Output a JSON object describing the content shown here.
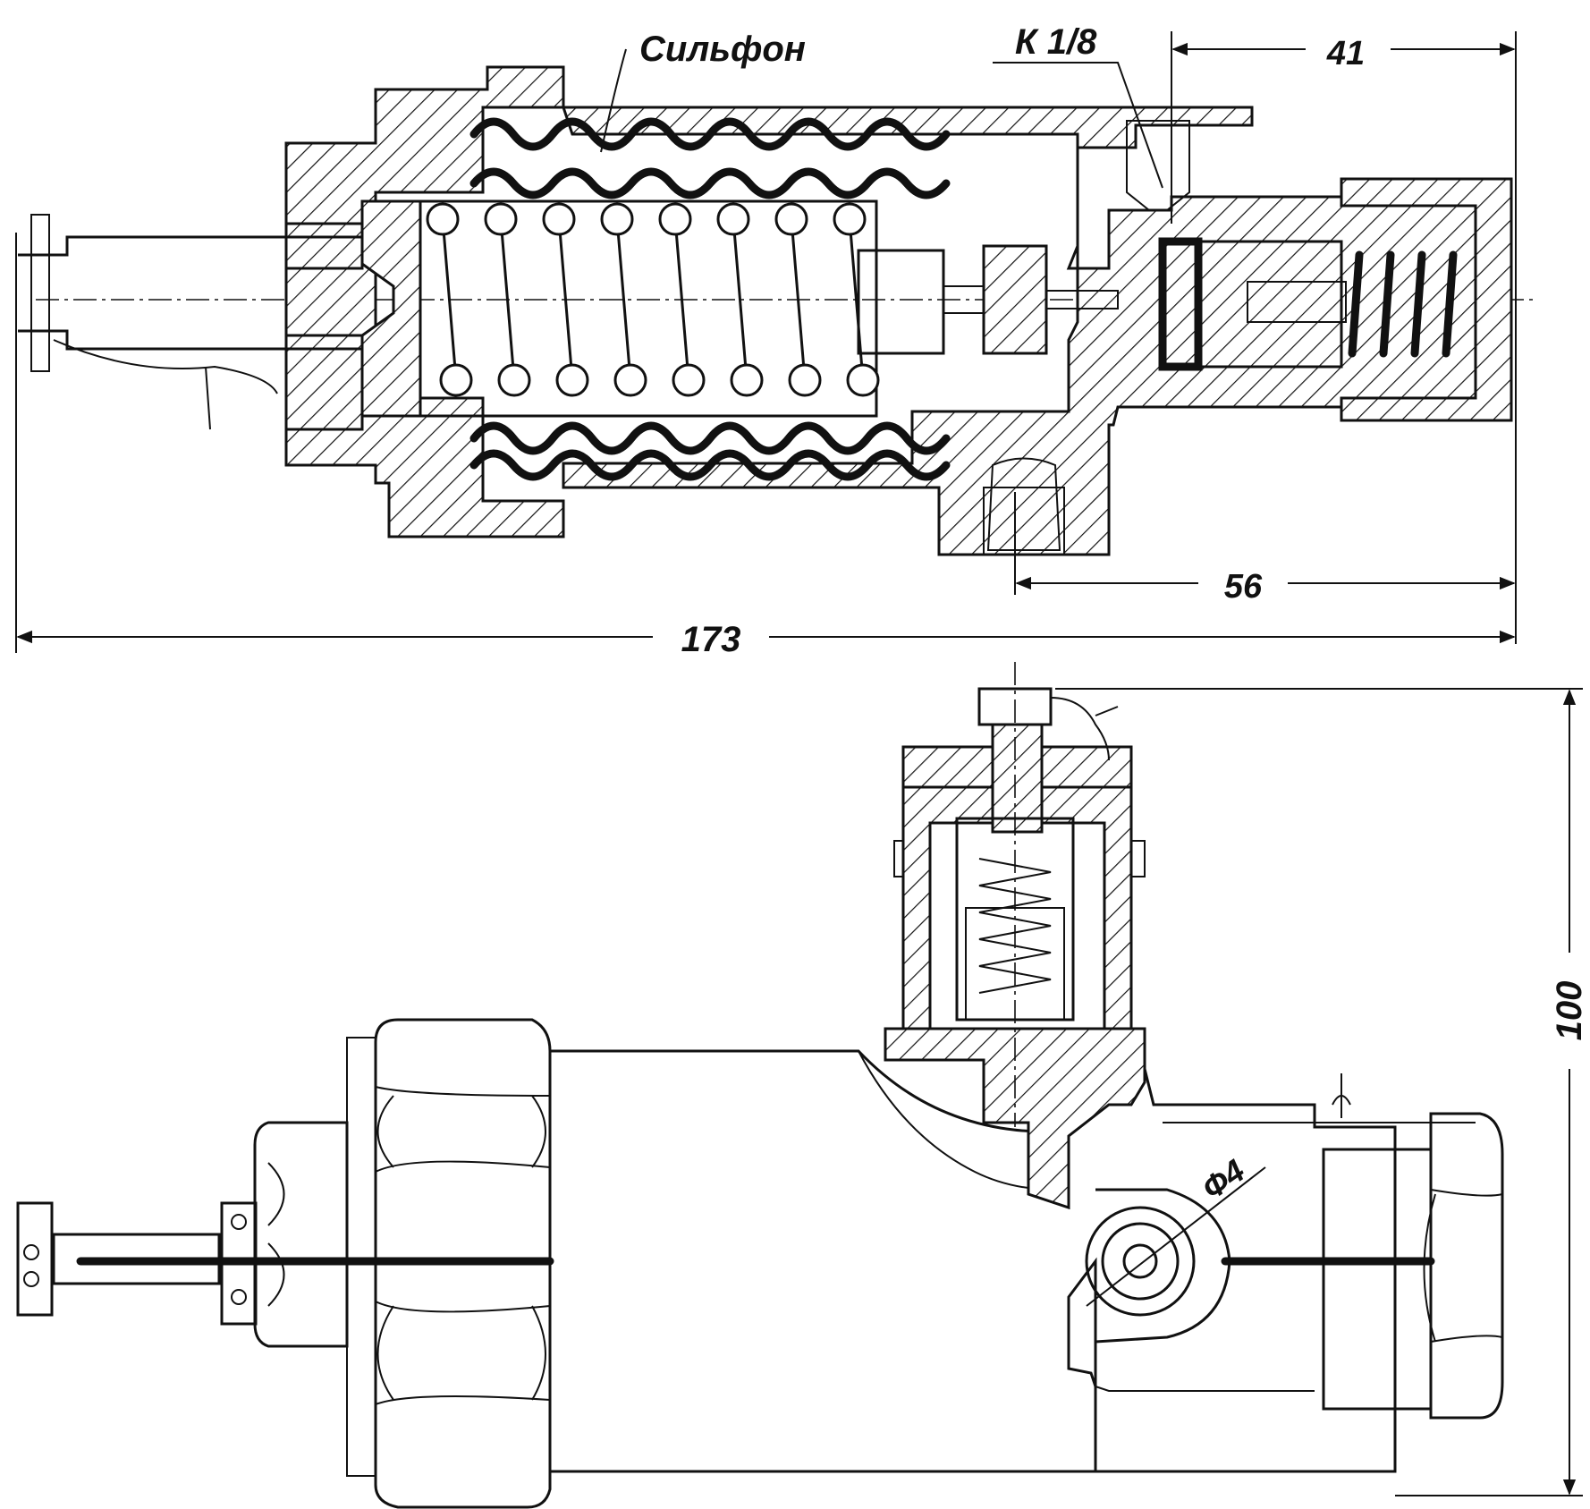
{
  "labels": {
    "bellows": "Сильфон",
    "thread": "К 1/8",
    "diameter": "Ф4"
  },
  "dimensions": {
    "top_right_length": "41",
    "inner_length": "56",
    "overall_length": "173",
    "height": "100"
  },
  "colors": {
    "ink": "#111111",
    "paper": "#ffffff"
  }
}
